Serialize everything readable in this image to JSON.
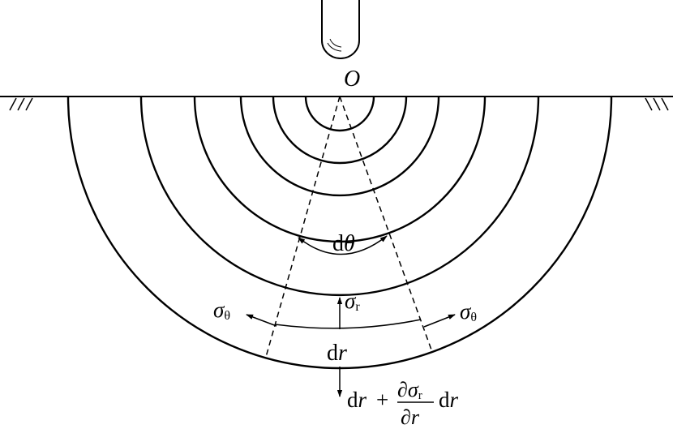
{
  "labels": {
    "origin": "O",
    "dtheta_d": "d",
    "dtheta_theta": "θ",
    "sigma": "σ",
    "sub_theta": "θ",
    "sub_r": "r",
    "dr_d": "d",
    "dr_r": "r",
    "bottom_lhs_d": "d",
    "bottom_lhs_r": "r",
    "bottom_plus": "+",
    "partial": "∂",
    "bottom_rhs_d": "d",
    "bottom_rhs_r": "r"
  },
  "colors": {
    "ink": "#000000",
    "background": "#ffffff"
  }
}
